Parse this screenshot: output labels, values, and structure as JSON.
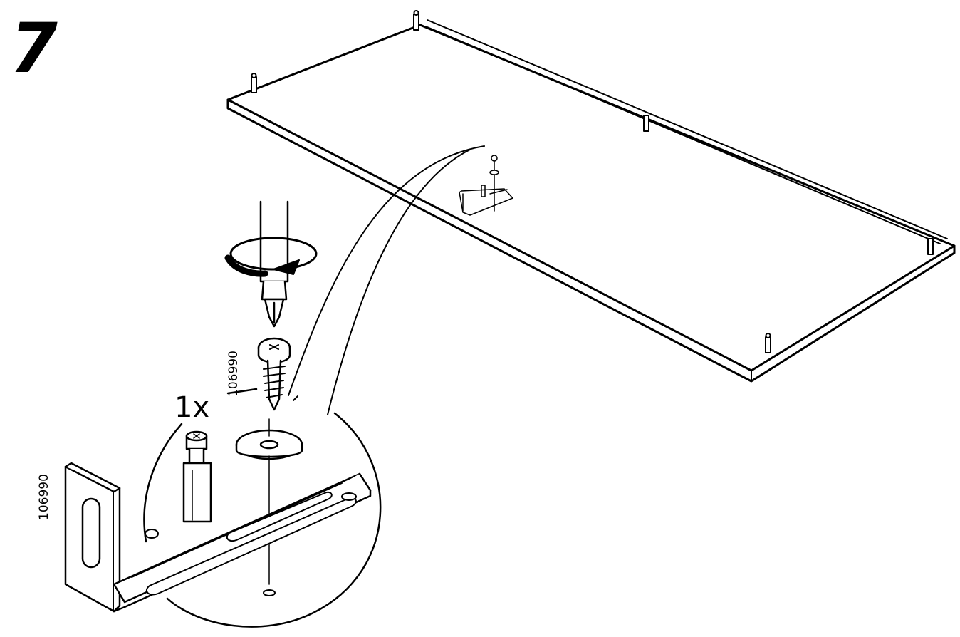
{
  "step": {
    "number": "7"
  },
  "hardware": {
    "quantity": "1x",
    "part_code_screw": "106990",
    "part_code_bracket": "106990"
  },
  "icons": {
    "board": "panel-board-icon",
    "screwdriver": "screwdriver-icon",
    "rotation": "clockwise-rotation-icon",
    "screw": "screw-icon",
    "washer": "washer-icon",
    "bracket": "wall-bracket-icon"
  },
  "colors": {
    "line": "#000000",
    "background": "#ffffff"
  }
}
